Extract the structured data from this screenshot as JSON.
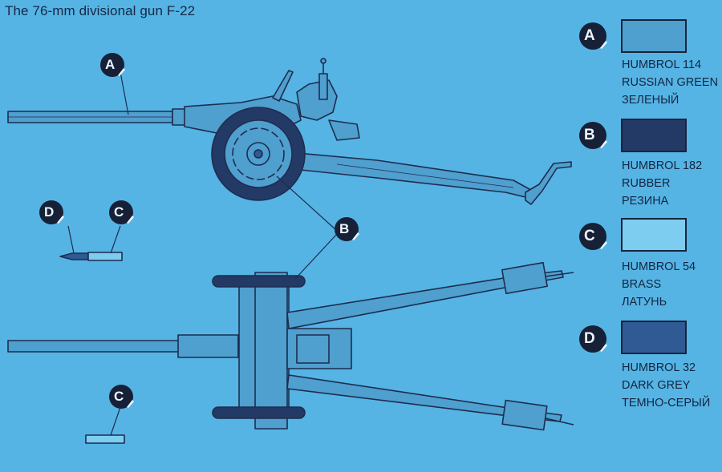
{
  "title": "The 76-mm divisional gun F-22",
  "paints": [
    {
      "letter": "A",
      "line1": "HUMBROL 114",
      "line2": "RUSSIAN GREEN",
      "line3": "ЗЕЛЕНЫЙ",
      "color": "#4f9fcf"
    },
    {
      "letter": "B",
      "line1": "HUMBROL 182",
      "line2": "RUBBER",
      "line3": "РЕЗИНА",
      "color": "#243a66"
    },
    {
      "letter": "C",
      "line1": "HUMBROL 54",
      "line2": "BRASS",
      "line3": "ЛАТУНЬ",
      "color": "#7ccdf0"
    },
    {
      "letter": "D",
      "line1": "HUMBROL 32",
      "line2": "DARK GREY",
      "line3": "ТЕМНО-СЕРЫЙ",
      "color": "#2f5a93"
    }
  ],
  "callouts": {
    "a_barrel": "A",
    "b_wheels": "B",
    "d_shell": "D",
    "c_shell": "C",
    "c_case": "C"
  }
}
